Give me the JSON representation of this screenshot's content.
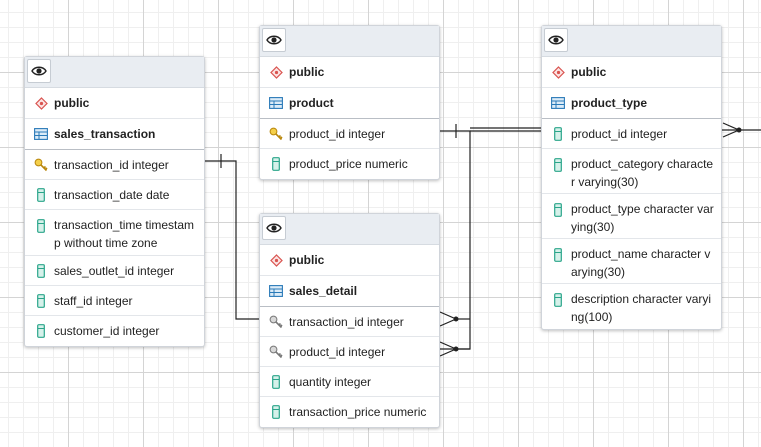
{
  "tables": {
    "sales_transaction": {
      "schema": "public",
      "name": "sales_transaction",
      "columns": [
        {
          "text": "transaction_id integer",
          "icon": "primary-key-icon"
        },
        {
          "text": "transaction_date date",
          "icon": "column-icon"
        },
        {
          "text": "transaction_time timestamp without time zone",
          "icon": "column-icon"
        },
        {
          "text": "sales_outlet_id integer",
          "icon": "column-icon"
        },
        {
          "text": "staff_id integer",
          "icon": "column-icon"
        },
        {
          "text": "customer_id integer",
          "icon": "column-icon"
        }
      ]
    },
    "product": {
      "schema": "public",
      "name": "product",
      "columns": [
        {
          "text": "product_id integer",
          "icon": "primary-key-icon"
        },
        {
          "text": "product_price numeric",
          "icon": "column-icon"
        }
      ]
    },
    "sales_detail": {
      "schema": "public",
      "name": "sales_detail",
      "columns": [
        {
          "text": "transaction_id integer",
          "icon": "foreign-key-icon"
        },
        {
          "text": "product_id integer",
          "icon": "foreign-key-icon"
        },
        {
          "text": "quantity integer",
          "icon": "column-icon"
        },
        {
          "text": "transaction_price numeric",
          "icon": "column-icon"
        }
      ]
    },
    "product_type": {
      "schema": "public",
      "name": "product_type",
      "columns": [
        {
          "text": "product_id integer",
          "icon": "column-icon"
        },
        {
          "text": "product_category character varying(30)",
          "icon": "column-icon"
        },
        {
          "text": "product_type character varying(30)",
          "icon": "column-icon"
        },
        {
          "text": "product_name character varying(30)",
          "icon": "column-icon"
        },
        {
          "text": "description character varying(100)",
          "icon": "column-icon"
        }
      ]
    }
  },
  "relationships": [
    {
      "from": "sales_transaction.transaction_id",
      "to": "sales_detail.transaction_id",
      "cardinality": "one-to-many"
    },
    {
      "from": "product.product_id",
      "to": "sales_detail.product_id",
      "cardinality": "one-to-many"
    },
    {
      "from": "product.product_id",
      "to": "product_type.product_id",
      "cardinality": "one-to-many"
    }
  ],
  "colors": {
    "schema_icon": "#d9534f",
    "table_icon": "#2a7ab8",
    "column_icon": "#2aa58a",
    "primary_key_icon": "#d4a017",
    "foreign_key_icon": "#888888",
    "link_line": "#222222",
    "header_bg": "#e9edf2"
  }
}
